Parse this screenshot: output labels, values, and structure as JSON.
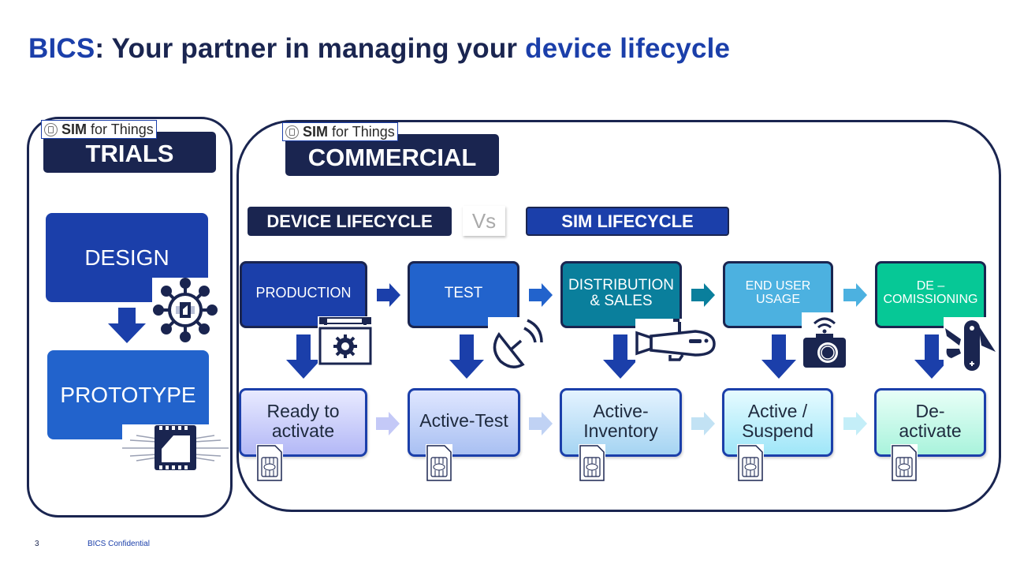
{
  "title": {
    "brand": "BICS",
    "middle": ": Your partner in managing your ",
    "accent": "device lifecycle"
  },
  "badge": {
    "bold": "SIM",
    "rest": "for Things"
  },
  "trials": {
    "header": "TRIALS",
    "stages": [
      {
        "label": "DESIGN",
        "icon": "circuit-network-icon"
      },
      {
        "label": "PROTOTYPE",
        "icon": "microchip-icon"
      }
    ]
  },
  "commercial": {
    "header": "COMMERCIAL",
    "device_lifecycle_label": "DEVICE LIFECYCLE",
    "vs_label": "Vs",
    "sim_lifecycle_label": "SIM LIFECYCLE",
    "device_stages": [
      {
        "line1": "PRODUCTION",
        "line2": "",
        "icon": "calendar-gear-icon"
      },
      {
        "line1": "TEST",
        "line2": "",
        "icon": "satellite-dish-icon"
      },
      {
        "line1": "DISTRIBUTION",
        "line2": "& SALES",
        "icon": "submarine-icon"
      },
      {
        "line1": "END USER",
        "line2": "USAGE",
        "icon": "camera-wifi-icon"
      },
      {
        "line1": "DE –",
        "line2": "COMISSIONING",
        "icon": "swiss-knife-icon"
      }
    ],
    "sim_states": [
      {
        "line1": "Ready to",
        "line2": "activate"
      },
      {
        "line1": "Active-Test",
        "line2": ""
      },
      {
        "line1": "Active-",
        "line2": "Inventory"
      },
      {
        "line1": "Active /",
        "line2": "Suspend"
      },
      {
        "line1": "De-",
        "line2": "activate"
      }
    ]
  },
  "colors": {
    "navy": "#1a2550",
    "brand_blue": "#1b3faa",
    "test_blue": "#2263cc",
    "teal": "#0a7f9c",
    "sky": "#4cb1e0",
    "green": "#06c896"
  },
  "footer": {
    "page_number": "3",
    "confidential": "BICS  Confidential"
  }
}
